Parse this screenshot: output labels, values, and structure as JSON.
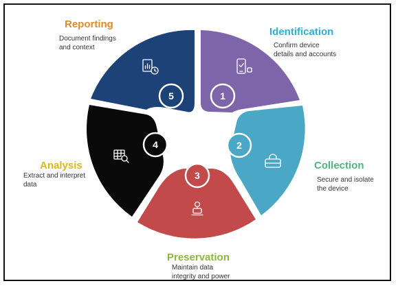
{
  "stages": [
    {
      "number": "1",
      "title": "Identification",
      "description": "Confirm device\ndetails and accounts",
      "color": "#7e64a8",
      "icon": "phone-check-icon"
    },
    {
      "number": "2",
      "title": "Collection",
      "description": "Secure and isolate\nthe device",
      "color": "#4aa8c6",
      "icon": "lock-icon"
    },
    {
      "number": "3",
      "title": "Preservation",
      "description": "Maintain data\nintegrity and power",
      "color": "#c24a4a",
      "icon": "hourglass-icon"
    },
    {
      "number": "4",
      "title": "Analysis",
      "description": "Extract and interpret\ndata",
      "color": "#0a0a0a",
      "icon": "table-search-icon"
    },
    {
      "number": "5",
      "title": "Reporting",
      "description": "Document findings\nand context",
      "color": "#1d4277",
      "icon": "report-clock-icon"
    }
  ],
  "colors": {
    "identification_title": "#2eaed6",
    "collection_title": "#4bb57a",
    "preservation_title": "#8ab83c",
    "analysis_title": "#d9b81a",
    "reporting_title": "#e08a28"
  }
}
